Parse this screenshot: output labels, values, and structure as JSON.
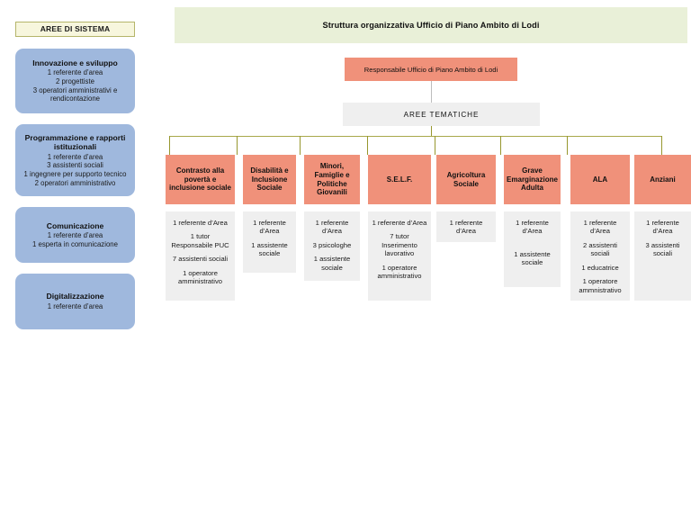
{
  "colors": {
    "orange": "#f0917a",
    "blue": "#9fb8dd",
    "title_green": "#e9f0d8",
    "gray": "#efefef",
    "olive_line": "#a8a84a",
    "cream": "#f7f6dd"
  },
  "sidebar": {
    "header": "AREE DI SISTEMA",
    "boxes": [
      {
        "title": "Innovazione e sviluppo",
        "lines": [
          "1 referente d’area",
          "2 progettiste",
          "3 operatori amministrativi e rendicontazione"
        ]
      },
      {
        "title": "Programmazione e rapporti istituzionali",
        "lines": [
          "1 referente d’area",
          "3 assistenti sociali",
          "1 ingegnere per supporto tecnico",
          "2 operatori amministrativo"
        ]
      },
      {
        "title": "Comunicazione",
        "lines": [
          "1 referente d’area",
          "1 esperta in comunicazione"
        ]
      },
      {
        "title": "Digitalizzazione",
        "lines": [
          "1 referente d’area"
        ]
      }
    ]
  },
  "chart_title": "Struttura organizzativa Ufficio di Piano Ambito di Lodi",
  "responsabile": "Responsabile Ufficio di Piano Ambito di Lodi",
  "aree_tematiche": "AREE TEMATICHE",
  "columns": [
    {
      "head": "Contrasto alla povertà e inclusione sociale",
      "entries": [
        "1 referente d’Area",
        "1 tutor Responsabile PUC",
        "7 assistenti sociali",
        "1 operatore amministrativo"
      ]
    },
    {
      "head": "Disabilità e Inclusione Sociale",
      "entries": [
        "1 referente d’Area",
        "1 assistente sociale"
      ]
    },
    {
      "head": "Minori, Famiglie e Politiche Giovanili",
      "entries": [
        "1 referente d’Area",
        "3 psicologhe",
        "1 assistente sociale"
      ]
    },
    {
      "head": "S.E.L.F.",
      "entries": [
        "1 referente d’Area",
        "7 tutor Inserimento lavorativo",
        "1 operatore amministrativo"
      ]
    },
    {
      "head": "Agricoltura Sociale",
      "entries": [
        "1 referente d’Area"
      ]
    },
    {
      "head": "Grave Emarginazione Adulta",
      "entries": [
        "1 referente d’Area",
        "1 assistente sociale"
      ]
    },
    {
      "head": "ALA",
      "entries": [
        "1 referente d’Area",
        "2 assistenti sociali",
        "1 educatrice",
        "1 operatore ammnistrativo"
      ]
    },
    {
      "head": "Anziani",
      "entries": [
        "1 referente d’Area",
        "3 assistenti sociali"
      ]
    }
  ]
}
